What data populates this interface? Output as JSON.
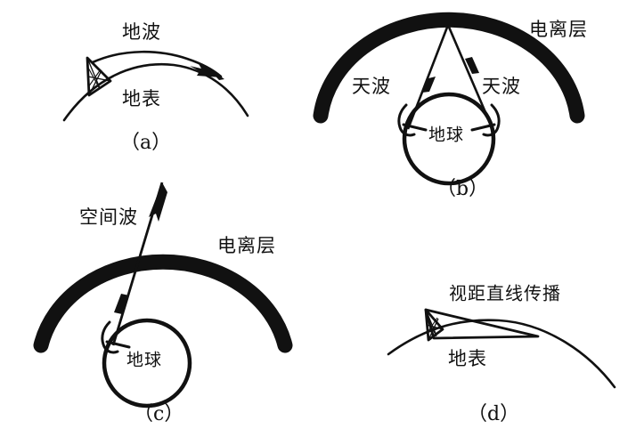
{
  "figure": {
    "title": "",
    "background_color": "#ffffff",
    "ink_color": "#111111",
    "panels": [
      {
        "id": "a",
        "caption": "（a）",
        "description": "ground-wave-propagation",
        "labels": {
          "wave": "地波",
          "surface": "地表"
        }
      },
      {
        "id": "b",
        "caption": "（b）",
        "description": "sky-wave-ionospheric-reflection",
        "labels": {
          "ionosphere": "电离层",
          "skywave_left": "天波",
          "skywave_right": "天波",
          "earth": "地球"
        }
      },
      {
        "id": "c",
        "caption": "（c）",
        "description": "space-wave-through-ionosphere",
        "labels": {
          "spacewave": "空间波",
          "ionosphere": "电离层",
          "earth": "地球"
        }
      },
      {
        "id": "d",
        "caption": "（d）",
        "description": "line-of-sight-propagation",
        "labels": {
          "propagation": "视距直线传播",
          "surface": "地表"
        }
      }
    ]
  }
}
